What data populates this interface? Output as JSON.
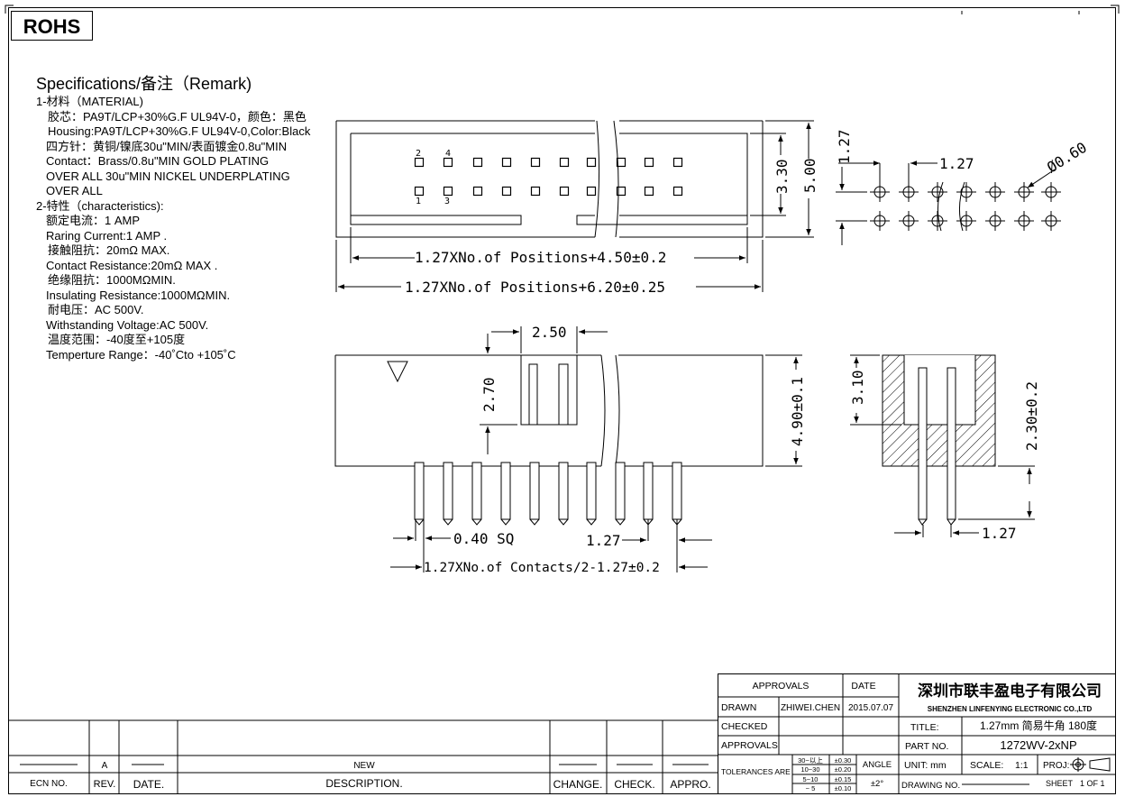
{
  "badge": "ROHS",
  "spec": {
    "title": "Specifications/备注（Remark)",
    "lines": [
      "1-材料（MATERIAL)",
      "胶芯：PA9T/LCP+30%G.F UL94V-0，颜色：黑色",
      "Housing:PA9T/LCP+30%G.F UL94V-0,Color:Black",
      "四方针：黄铜/镍底30u\"MIN/表面镀金0.8u\"MIN",
      "Contact：Brass/0.8u\"MIN GOLD PLATING",
      "OVER ALL 30u\"MIN NICKEL UNDERPLATING",
      "OVER ALL",
      "2-特性（characteristics):",
      "额定电流：1 AMP",
      "Raring Current:1 AMP .",
      "接触阻抗：20mΩ MAX.",
      "Contact Resistance:20mΩ MAX .",
      "绝缘阻抗：1000MΩMIN.",
      "Insulating Resistance:1000MΩMIN.",
      "耐电压：AC 500V.",
      "Withstanding Voltage:AC 500V.",
      "温度范围：-40度至+105度",
      "Temperture Range：-40˚Cto +105˚C"
    ]
  },
  "dims": {
    "top_pin_2": "2",
    "top_pin_4": "4",
    "top_pin_1": "1",
    "top_pin_3": "3",
    "inner_width": "1.27XNo.of Positions+4.50±0.2",
    "outer_width": "1.27XNo.of Positions+6.20±0.25",
    "height_inner": "3.30",
    "height_outer": "5.00",
    "pitch_v": "1.27",
    "pitch_h": "1.27",
    "hole": "Ø0.60",
    "key_width": "2.50",
    "key_height": "2.70",
    "body_height": "4.90±0.1",
    "pin_sq": "0.40 SQ",
    "pin_pitch": "1.27",
    "contacts_width": "1.27XNo.of Contacts/2-1.27±0.2",
    "side_h1": "3.10",
    "side_h2": "2.30±0.2",
    "side_pitch": "1.27"
  },
  "titleblock": {
    "approvals_hdr": "APPROVALS",
    "date_hdr": "DATE",
    "company_cn": "深圳市联丰盈电子有限公司",
    "company_en": "SHENZHEN LINFENYING ELECTRONIC CO.,LTD",
    "drawn_label": "DRAWN",
    "drawn_name": "ZHIWEI.CHEN",
    "drawn_date": "2015.07.07",
    "checked_label": "CHECKED",
    "approvals_label": "APPROVALS",
    "title_label": "TITLE:",
    "title_value": "1.27mm 简易牛角 180度",
    "partno_label": "PART NO.",
    "partno_value": "1272WV-2xNP",
    "tol_label": "TOLERANCES ARE",
    "tol_r1a": "30~以上",
    "tol_r1b": "±0.30",
    "tol_r2a": "10~30",
    "tol_r2b": "±0.20",
    "tol_r3a": "5~10",
    "tol_r3b": "±0.15",
    "tol_r4a": "~ 5",
    "tol_r4b": "±0.10",
    "angle_label": "ANGLE",
    "angle_value": "±2°",
    "unit_label": "UNIT: mm",
    "scale_label": "SCALE:",
    "scale_value": "1:1",
    "proj_label": "PROJ:",
    "drawing_label": "DRAWING NO.",
    "sheet_label": "SHEET",
    "sheet_value": "1 OF 1"
  },
  "revision": {
    "rev": "A",
    "desc": "NEW",
    "h_ecn": "ECN NO.",
    "h_rev": "REV.",
    "h_date": "DATE.",
    "h_desc": "DESCRIPTION.",
    "h_change": "CHANGE.",
    "h_check": "CHECK.",
    "h_appro": "APPRO."
  }
}
